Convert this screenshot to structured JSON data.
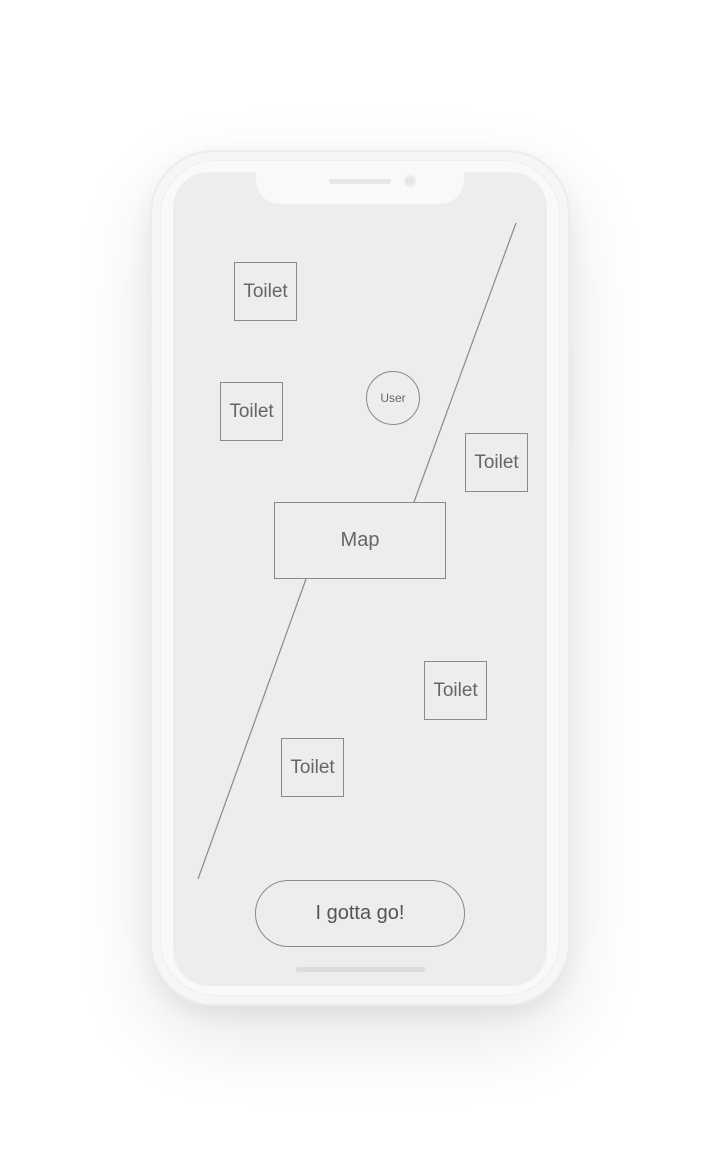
{
  "screen": {
    "toilets": [
      {
        "label": "Toilet"
      },
      {
        "label": "Toilet"
      },
      {
        "label": "Toilet"
      },
      {
        "label": "Toilet"
      },
      {
        "label": "Toilet"
      }
    ],
    "user_label": "User",
    "map_label": "Map",
    "action_button_label": "I gotta go!"
  },
  "colors": {
    "screen_background": "#ededed",
    "stroke": "#8a8a8a",
    "text": "#666666"
  },
  "icons": {
    "device_frame": "phone-frame",
    "camera": "camera-dot",
    "speaker": "speaker-slot"
  }
}
